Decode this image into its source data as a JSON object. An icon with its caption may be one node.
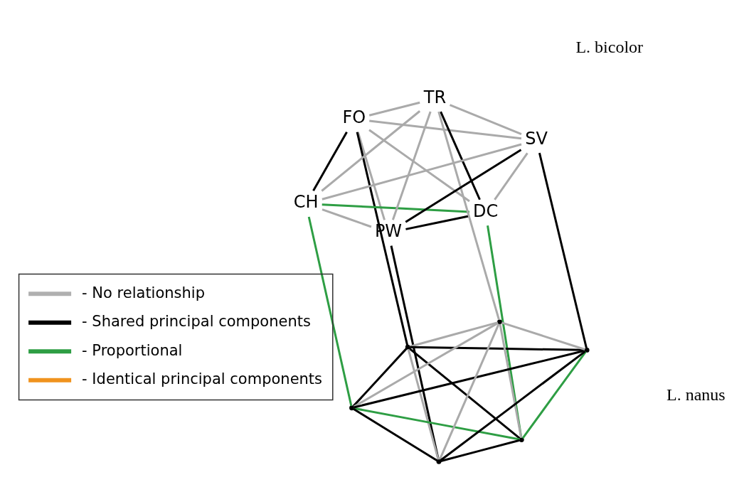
{
  "diagram": {
    "nodes": [
      {
        "text": [
          "FO"
        ]
      },
      {
        "text": [
          "DC"
        ]
      },
      {
        "text": [
          "CH"
        ]
      },
      {
        "text": [
          "TR"
        ]
      },
      {
        "text": [
          "PW"
        ]
      },
      {
        "text": [
          "SV"
        ]
      },
      {
        "text": [],
        "shape": "point"
      },
      {
        "text": [],
        "shape": "point"
      },
      {
        "text": [],
        "shape": "point"
      },
      {
        "text": [],
        "shape": "point"
      },
      {
        "text": [],
        "shape": "point"
      },
      {
        "text": [],
        "shape": "point"
      }
    ],
    "edges": [
      {
        "from": 0,
        "to": 1,
        "arrow": "none"
      },
      {
        "from": 0,
        "to": 2,
        "arrow": "none",
        "color": "#000000"
      },
      {
        "from": 0,
        "to": 3,
        "arrow": "none"
      },
      {
        "from": 0,
        "to": 4,
        "arrow": "none"
      },
      {
        "from": 0,
        "to": 5,
        "arrow": "none"
      },
      {
        "from": 1,
        "to": 2,
        "arrow": "none",
        "color": "#2e9e44"
      },
      {
        "from": 1,
        "to": 3,
        "arrow": "none",
        "color": "#000000"
      },
      {
        "from": 1,
        "to": 4,
        "arrow": "none",
        "color": "#000000"
      },
      {
        "from": 1,
        "to": 5,
        "arrow": "none"
      },
      {
        "from": 2,
        "to": 3,
        "arrow": "none"
      },
      {
        "from": 2,
        "to": 4,
        "arrow": "none"
      },
      {
        "from": 2,
        "to": 5,
        "arrow": "none"
      },
      {
        "from": 3,
        "to": 4,
        "arrow": "none"
      },
      {
        "from": 3,
        "to": 5,
        "arrow": "none"
      },
      {
        "from": 4,
        "to": 5,
        "arrow": "none",
        "color": "#000000"
      },
      {
        "from": 0,
        "to": 6,
        "arrow": "none",
        "color": "#000000"
      },
      {
        "from": 1,
        "to": 7,
        "arrow": "none",
        "color": "#2e9e44"
      },
      {
        "from": 2,
        "to": 8,
        "arrow": "none",
        "color": "#2e9e44"
      },
      {
        "from": 3,
        "to": 9,
        "arrow": "none"
      },
      {
        "from": 4,
        "to": 10,
        "arrow": "none",
        "color": "#000000"
      },
      {
        "from": 5,
        "to": 11,
        "arrow": "none",
        "color": "#000000"
      },
      {
        "from": 6,
        "to": 7,
        "arrow": "none",
        "color": "#000000"
      },
      {
        "from": 6,
        "to": 8,
        "arrow": "none",
        "color": "#000000"
      },
      {
        "from": 6,
        "to": 9,
        "arrow": "none"
      },
      {
        "from": 6,
        "to": 10,
        "arrow": "none"
      },
      {
        "from": 6,
        "to": 11,
        "arrow": "none",
        "color": "#000000"
      },
      {
        "from": 7,
        "to": 8,
        "arrow": "none",
        "color": "#2e9e44"
      },
      {
        "from": 7,
        "to": 9,
        "arrow": "none"
      },
      {
        "from": 7,
        "to": 10,
        "arrow": "none",
        "color": "#000000"
      },
      {
        "from": 7,
        "to": 11,
        "arrow": "none",
        "color": "#2e9e44"
      },
      {
        "from": 8,
        "to": 9,
        "arrow": "none"
      },
      {
        "from": 8,
        "to": 10,
        "arrow": "none",
        "color": "#000000"
      },
      {
        "from": 8,
        "to": 11,
        "arrow": "none",
        "color": "#000000"
      },
      {
        "from": 9,
        "to": 10,
        "arrow": "none"
      },
      {
        "from": 9,
        "to": 11,
        "arrow": "none"
      },
      {
        "from": 10,
        "to": 11,
        "arrow": "none",
        "color": "#000000"
      }
    ],
    "labels": [
      "L. bicolor",
      "L. nanus"
    ],
    "legend": [
      {
        "text": "- No relationship"
      },
      {
        "text": "- Shared principal components"
      },
      {
        "text": "- Proportional"
      },
      {
        "text": "- Identical principal components"
      }
    ]
  }
}
